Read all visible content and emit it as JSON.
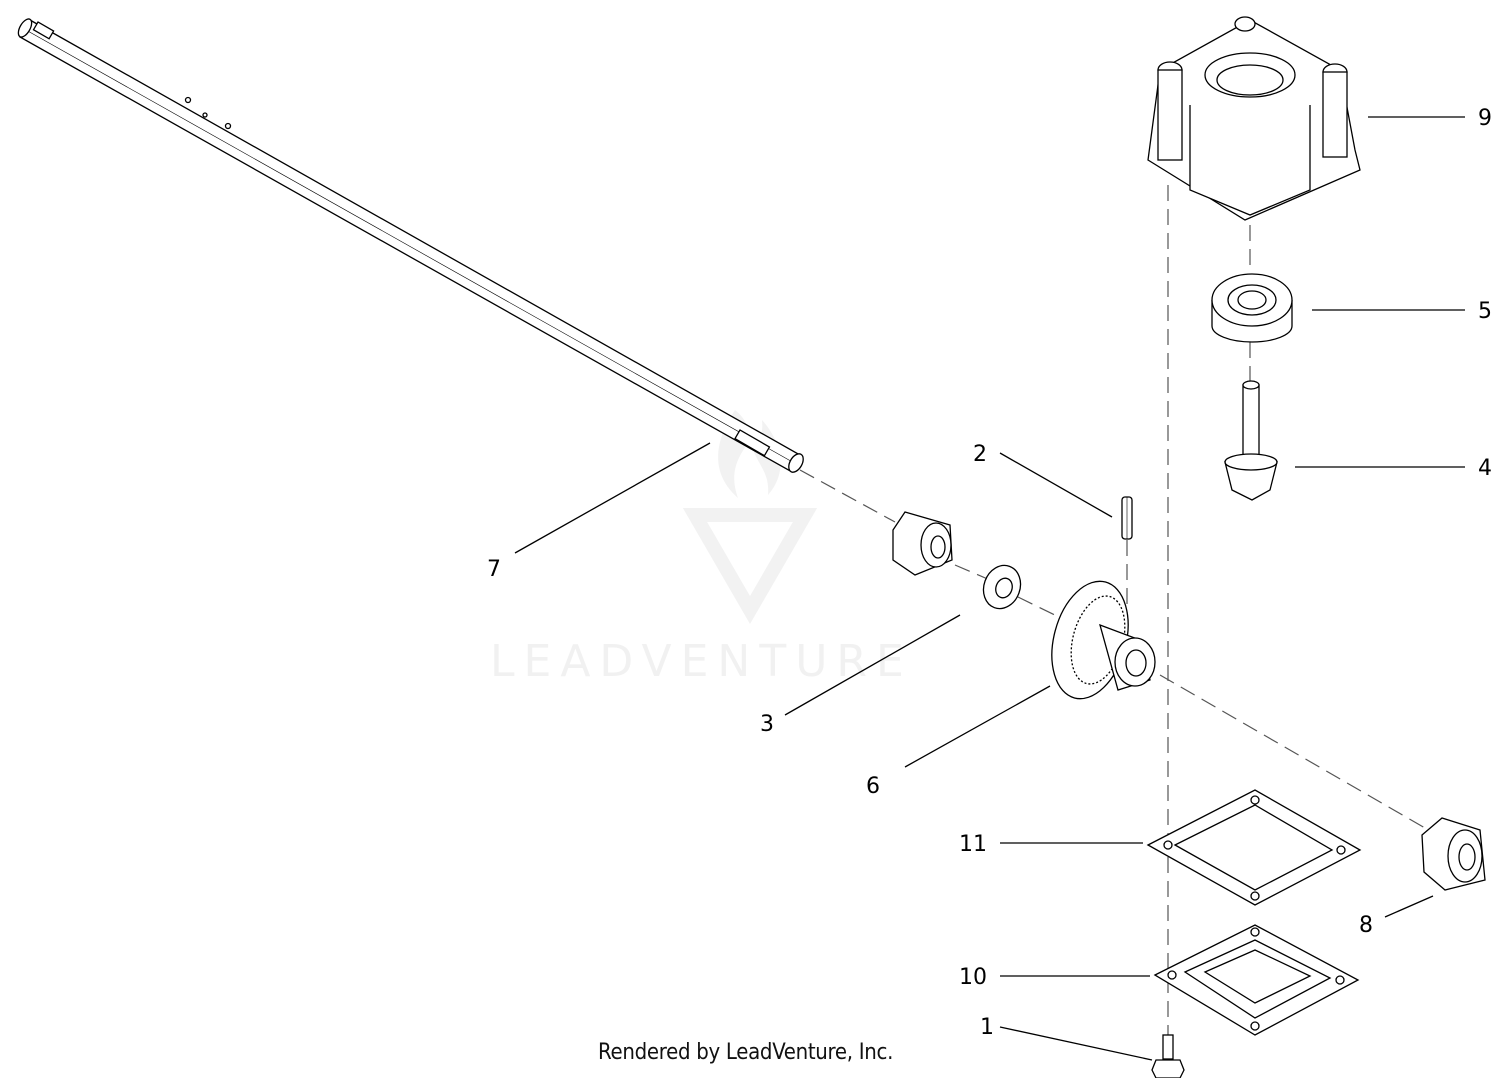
{
  "diagram": {
    "watermark_text": "LEADVENTURE",
    "footer": "Rendered by LeadVenture, Inc.",
    "callouts": [
      {
        "id": "1",
        "part": "bolt"
      },
      {
        "id": "2",
        "part": "roll-pin"
      },
      {
        "id": "3",
        "part": "washer"
      },
      {
        "id": "4",
        "part": "pinion-gear-shaft"
      },
      {
        "id": "5",
        "part": "bearing"
      },
      {
        "id": "6",
        "part": "bevel-gear"
      },
      {
        "id": "7",
        "part": "drive-shaft"
      },
      {
        "id": "8",
        "part": "bushing-right"
      },
      {
        "id": "9",
        "part": "gear-housing"
      },
      {
        "id": "10",
        "part": "cover-plate"
      },
      {
        "id": "11",
        "part": "gasket"
      }
    ]
  }
}
